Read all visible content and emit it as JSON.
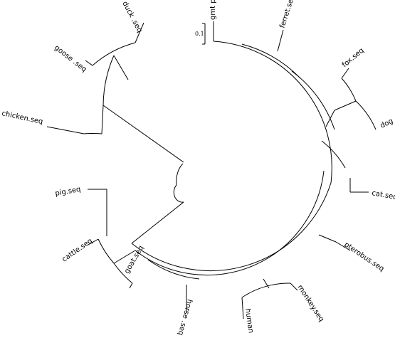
{
  "tree": {
    "scale_bar_label": "0.1",
    "leaves": [
      "gmt p",
      "ferret.seq",
      "fox.seq",
      "dog",
      "cat.seq",
      "pterobus.seq",
      "monkey.seq",
      "human",
      "horse .seq",
      "goat.seq",
      "cattle.seq",
      "pig.seq",
      "chicken.seq",
      "goose .seq",
      "duck .seq"
    ]
  }
}
